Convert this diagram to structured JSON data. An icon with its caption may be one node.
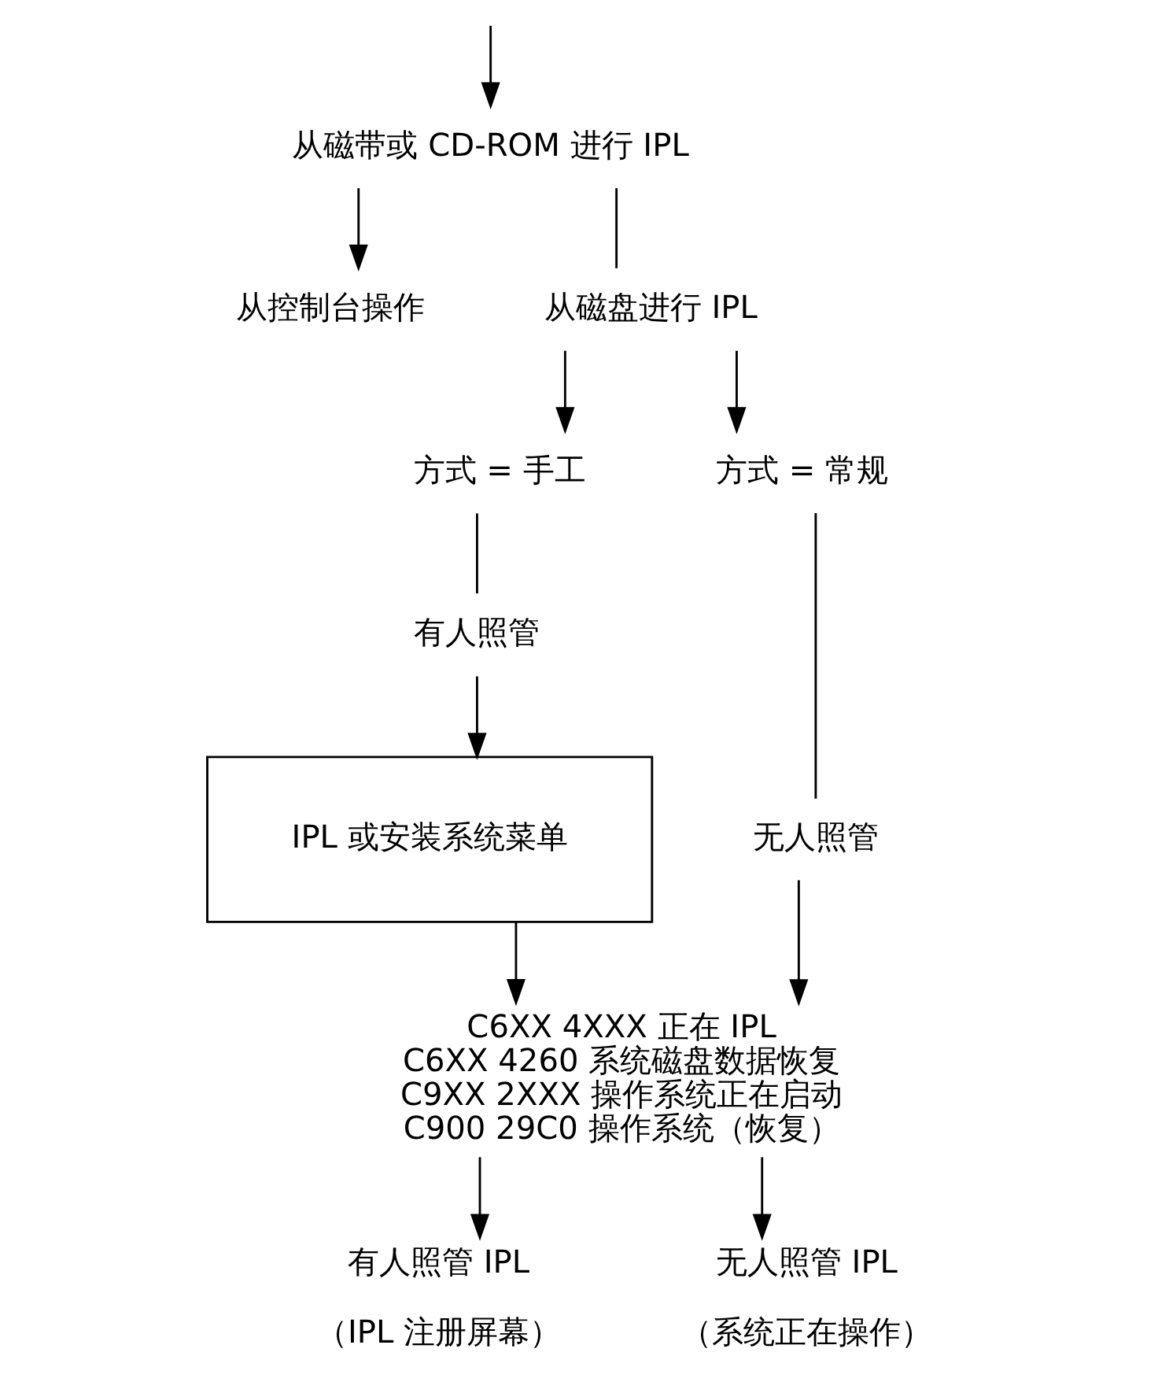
{
  "diagram": {
    "nodes": [
      {
        "text": [
          "从磁带或 CD-ROM 进行 IPL"
        ]
      },
      {
        "text": [
          "从控制台操作"
        ]
      },
      {
        "text": [
          "从磁盘进行 IPL"
        ]
      },
      {
        "text": [
          "方式 = 手工"
        ]
      },
      {
        "text": [
          "方式 = 常规"
        ]
      },
      {
        "text": [
          "有人照管"
        ]
      },
      {
        "text": [
          "无人照管"
        ]
      },
      {
        "text": [
          "IPL 或安装系统菜单"
        ]
      },
      {
        "text": [
          "C6XX 4XXX 正在 IPL",
          "C6XX 4260 系统磁盘数据恢复",
          "C9XX 2XXX 操作系统正在启动",
          "C900 29C0 操作系统（恢复）"
        ]
      },
      {
        "text": [
          "有人照管 IPL"
        ],
        "beside": [
          "（IPL 注册屏幕）"
        ]
      },
      {
        "text": [
          "无人照管 IPL"
        ],
        "beside": [
          "（系统正在操作）"
        ]
      }
    ],
    "edges": [
      {
        "from": null,
        "to": 0,
        "arrow": "to"
      },
      {
        "from": 0,
        "to": 1,
        "arrow": "to"
      },
      {
        "from": 0,
        "to": 2,
        "arrow": "none"
      },
      {
        "from": 2,
        "to": 3,
        "arrow": "to"
      },
      {
        "from": 2,
        "to": 4,
        "arrow": "to"
      },
      {
        "from": 3,
        "to": 5,
        "arrow": "none"
      },
      {
        "from": 4,
        "to": 6,
        "arrow": "none"
      },
      {
        "from": 5,
        "to": 7,
        "arrow": "to"
      },
      {
        "from": 7,
        "to": 8,
        "arrow": "to"
      },
      {
        "from": 6,
        "to": 8,
        "arrow": "to"
      },
      {
        "from": 8,
        "to": 9,
        "arrow": "to"
      },
      {
        "from": 8,
        "to": 10,
        "arrow": "to"
      }
    ]
  }
}
